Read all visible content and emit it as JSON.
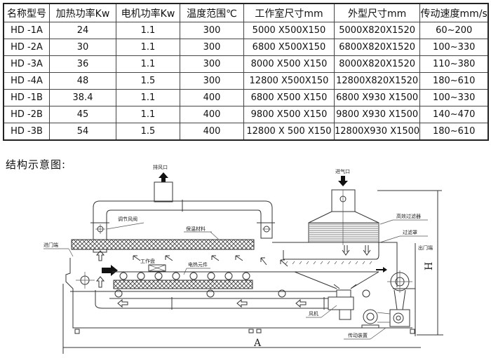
{
  "table": {
    "headers": [
      "名称型号",
      "加热功率Kw",
      "电机功率Kw",
      "温度范围℃",
      "工作室尺寸mm",
      "外型尺寸mm",
      "传动速度mm/s"
    ],
    "rows": [
      [
        "HD -1A",
        "24",
        "1.1",
        "300",
        "5000 X500X150",
        "5000X820X1520",
        "60~200"
      ],
      [
        "HD -2A",
        "30",
        "1.1",
        "300",
        "6800 X500X150",
        "6800X820X1520",
        "100~330"
      ],
      [
        "HD -3A",
        "36",
        "1.1",
        "300",
        "8000 X500 X150",
        "8000X820X1520",
        "110~380"
      ],
      [
        "HD -4A",
        "48",
        "1.5",
        "300",
        "12800 X500X150",
        "12800X820X1520",
        "180~610"
      ],
      [
        "HD -1B",
        "38.4",
        "1.1",
        "400",
        "6800 X500 X150",
        "6800 X930 X1500",
        "100~330"
      ],
      [
        "HD -2B",
        "45",
        "1.1",
        "400",
        "9800 X500 X150",
        "9800 X930 X1500",
        "140~470"
      ],
      [
        "HD -3B",
        "54",
        "1.5",
        "400",
        "12800 X 500 X150",
        "12800X930 X1500",
        "180~610"
      ]
    ]
  },
  "section_label": "结构示意图:",
  "diagram": {
    "labels": {
      "exhaust_port": "排风口",
      "damper": "调节风阀",
      "insulation": "保温材料",
      "inlet_end": "进门端",
      "work_plate": "工作盘",
      "heating_element": "电热元件",
      "air_inlet": "进气口",
      "hepa_filter": "高效过滤器",
      "filter_cover": "过滤罩",
      "outlet_end": "出门端",
      "fan": "风机",
      "drive_unit": "传动装置",
      "dim_length": "A",
      "dim_height": "H"
    }
  }
}
